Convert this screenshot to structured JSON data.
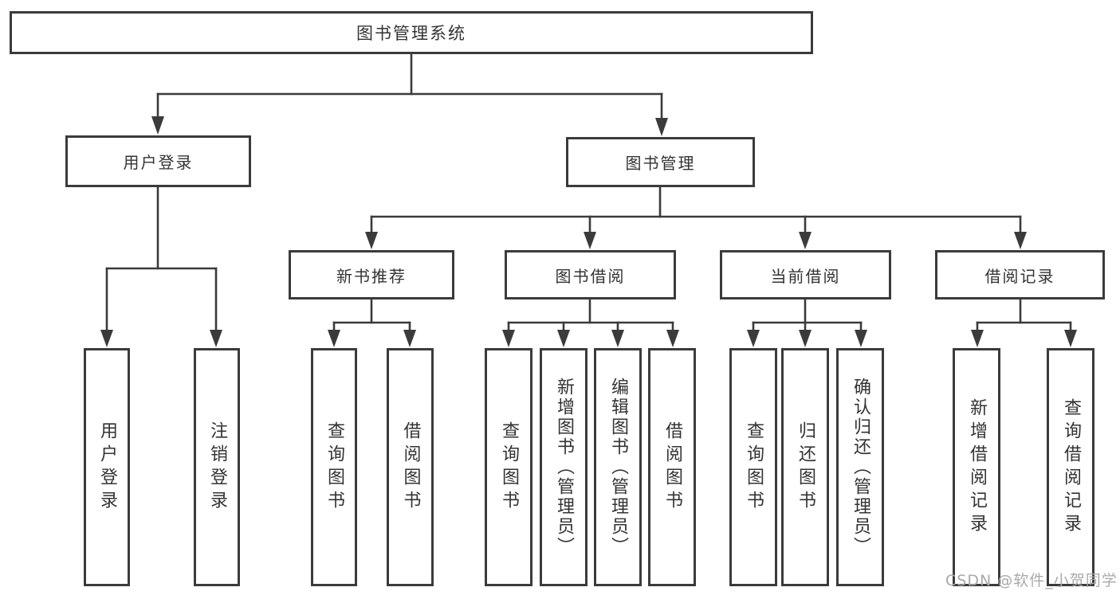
{
  "diagram": {
    "kind": "function-structure-tree",
    "colors": {
      "line": "#3b3b3b",
      "text": "#333333",
      "watermark": "#a9a9a9",
      "background": "#ffffff"
    },
    "watermark": "CSDN @软件_小贺同学",
    "tree": {
      "label": "图书管理系统",
      "children": [
        {
          "label": "用户登录",
          "children": [
            {
              "label": "用户登录"
            },
            {
              "label": "注销登录"
            }
          ]
        },
        {
          "label": "图书管理",
          "children": [
            {
              "label": "新书推荐",
              "children": [
                {
                  "label": "查询图书"
                },
                {
                  "label": "借阅图书"
                }
              ]
            },
            {
              "label": "图书借阅",
              "children": [
                {
                  "label": "查询图书"
                },
                {
                  "label": "新增图书（管理员）"
                },
                {
                  "label": "编辑图书（管理员）"
                },
                {
                  "label": "借阅图书"
                }
              ]
            },
            {
              "label": "当前借阅",
              "children": [
                {
                  "label": "查询图书"
                },
                {
                  "label": "归还图书"
                },
                {
                  "label": "确认归还（管理员）"
                }
              ]
            },
            {
              "label": "借阅记录",
              "children": [
                {
                  "label": "新增借阅记录"
                },
                {
                  "label": "查询借阅记录"
                }
              ]
            }
          ]
        }
      ]
    }
  }
}
